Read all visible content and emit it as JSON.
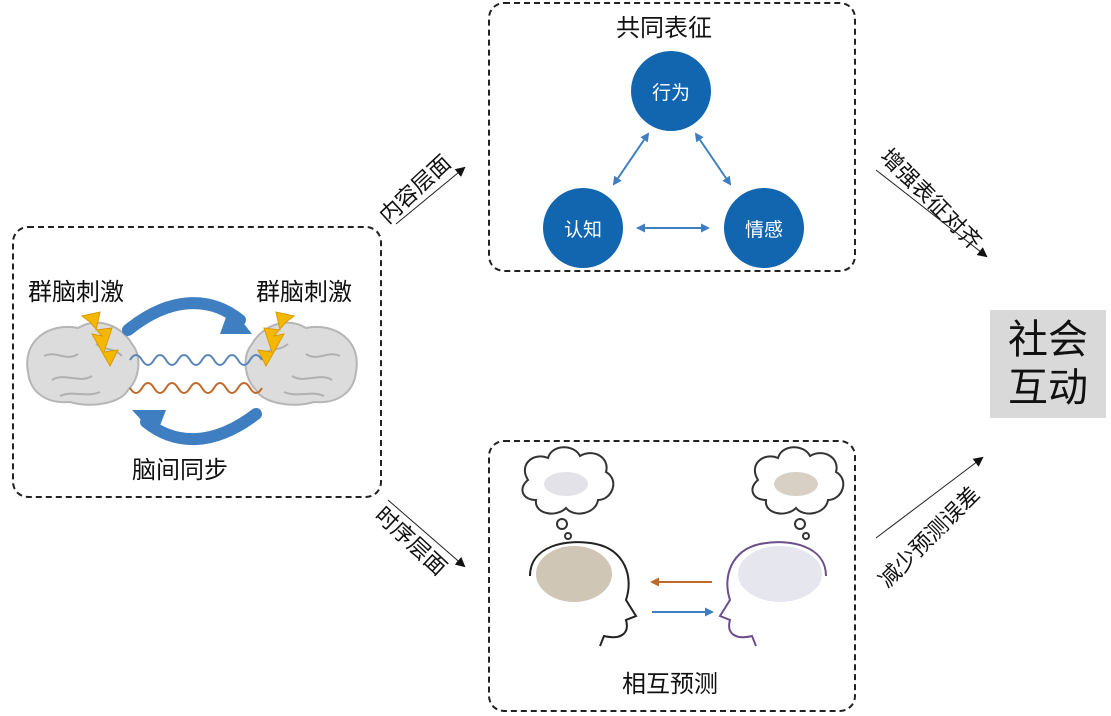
{
  "left_box": {
    "stim_left": "群脑刺激",
    "stim_right": "群脑刺激",
    "sync_label": "脑间同步"
  },
  "top_box": {
    "title": "共同表征",
    "nodes": {
      "behavior": "行为",
      "cognition": "认知",
      "emotion": "情感"
    }
  },
  "bottom_box": {
    "caption": "相互预测"
  },
  "arrows": {
    "content_level": "内容层面",
    "temporal_level": "时序层面",
    "enhance_alignment": "增强表征对齐",
    "reduce_error": "减少预测误差"
  },
  "result": {
    "line1": "社会",
    "line2": "互动"
  },
  "colors": {
    "node_blue": "#1266b0",
    "arrow_blue": "#3f7fc1",
    "wave_orange": "#c0692b",
    "bolt_yellow": "#f5b800",
    "result_bg": "#d9d9d9"
  }
}
